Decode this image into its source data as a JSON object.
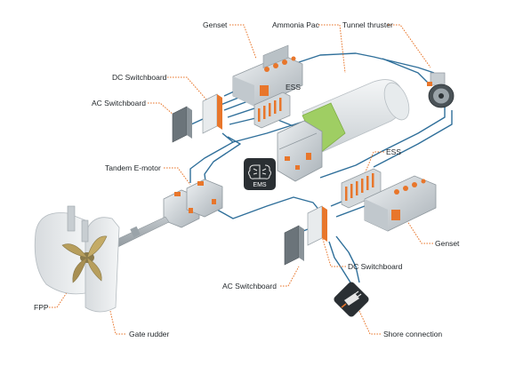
{
  "labels": {
    "genset_top": "Genset",
    "ammonia_pac": "Ammonia Pac",
    "tunnel_thruster": "Tunnel thruster",
    "dc_switchboard_top": "DC Switchboard",
    "ess_top": "ESS",
    "ac_switchboard_top": "AC Switchboard",
    "tandem_emotor": "Tandem E-motor",
    "ems": "EMS",
    "ess_bottom": "ESS",
    "genset_bottom": "Genset",
    "dc_switchboard_bottom": "DC Switchboard",
    "ac_switchboard_bottom": "AC Switchboard",
    "fpp": "FPP",
    "gate_rudder": "Gate rudder",
    "shore_connection": "Shore connection"
  },
  "colors": {
    "cable": "#2f6f9a",
    "leader": "#e8762b",
    "machine": "#d9dde0",
    "machine_dark": "#9aa3a9",
    "accent_orange": "#e8762b",
    "tank_green": "#9fce63",
    "ems_box": "#2a2f33"
  },
  "icons": {
    "ems": "brain-icon",
    "shore": "plug-icon"
  }
}
